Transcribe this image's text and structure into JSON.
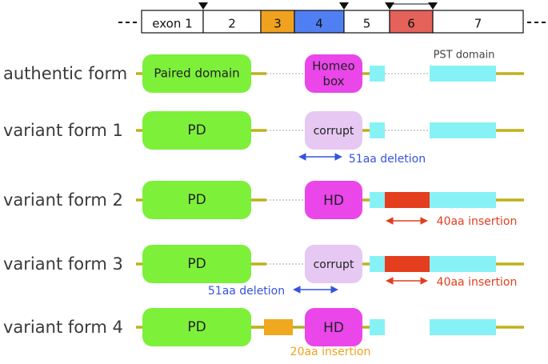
{
  "exon_map": {
    "exons": [
      {
        "label": "exon 1",
        "color": "#ffffff"
      },
      {
        "label": "2",
        "color": "#ffffff"
      },
      {
        "label": "3",
        "color": "#f0a21e"
      },
      {
        "label": "4",
        "color": "#4f7ff2"
      },
      {
        "label": "5",
        "color": "#ffffff"
      },
      {
        "label": "6",
        "color": "#e4625a"
      },
      {
        "label": "7",
        "color": "#ffffff"
      }
    ]
  },
  "colors": {
    "paired_domain": "#7df03a",
    "homeobox": "#ea46ea",
    "corrupt": "#e6c8f2",
    "pst_domain": "#87f2f5",
    "backbone": "#bfb11c",
    "insertion_40aa": "#e43e1e",
    "insertion_20aa": "#f0a81e",
    "deletion_label": "#3553e0",
    "insertion_label": "#e43e1e",
    "insertion20_label": "#f0a21e"
  },
  "forms": [
    {
      "name": "authentic form",
      "pd_label": "Paired domain",
      "hd_lines": [
        "Homeo",
        "box"
      ],
      "hd_type": "homeobox",
      "pst_label": "PST domain",
      "extra_block": "none",
      "annotation": ""
    },
    {
      "name": "variant form 1",
      "pd_label": "PD",
      "hd_lines": [
        "corrupt"
      ],
      "hd_type": "corrupt",
      "extra_block": "none",
      "annotation": "51aa deletion",
      "annotation_type": "deletion-under-hd"
    },
    {
      "name": "variant form 2",
      "pd_label": "PD",
      "hd_lines": [
        "HD"
      ],
      "hd_type": "homeobox",
      "extra_block": "insertion_40aa",
      "annotation": "40aa insertion",
      "annotation_type": "insertion-40"
    },
    {
      "name": "variant form 3",
      "pd_label": "PD",
      "hd_lines": [
        "corrupt"
      ],
      "hd_type": "corrupt",
      "extra_block": "insertion_40aa",
      "annotation": "51aa deletion",
      "annotation_type": "deletion-left",
      "annotation2": "40aa insertion"
    },
    {
      "name": "variant form 4",
      "pd_label": "PD",
      "hd_lines": [
        "HD"
      ],
      "hd_type": "homeobox",
      "extra_block": "insertion_20aa",
      "annotation": "20aa insertion",
      "annotation_type": "insertion-20"
    }
  ]
}
